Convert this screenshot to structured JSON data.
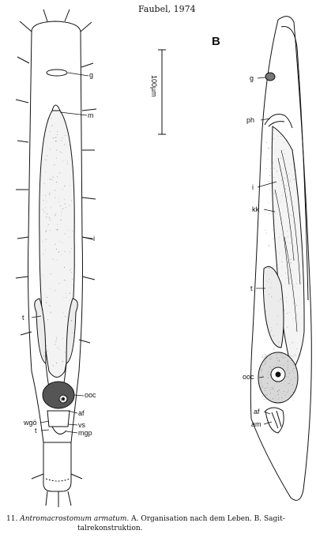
{
  "header": {
    "citation": "Faubel, 1974"
  },
  "panel_b_letter": "B",
  "scale_bar": "100µm",
  "labels_a": {
    "g": "g",
    "m": "m",
    "i": "i",
    "t": "t",
    "ooc": "ooc",
    "af": "af",
    "wgo": "wgö",
    "vs": "vs",
    "t2": "t",
    "mgp": "mgp"
  },
  "labels_b": {
    "g": "g",
    "ph": "ph",
    "i": "i",
    "kk": "kk",
    "t": "t",
    "ooc": "ooc",
    "af": "af",
    "am": "am"
  },
  "caption": {
    "number": "11.",
    "species": "Antromacrostomum armatum.",
    "text_line1": "A. Organisation nach dem Leben. B. Sagit-",
    "text_line2": "talrekonstruktion."
  },
  "colors": {
    "ink": "#111111",
    "paper": "#ffffff",
    "stipple": "#555555"
  }
}
